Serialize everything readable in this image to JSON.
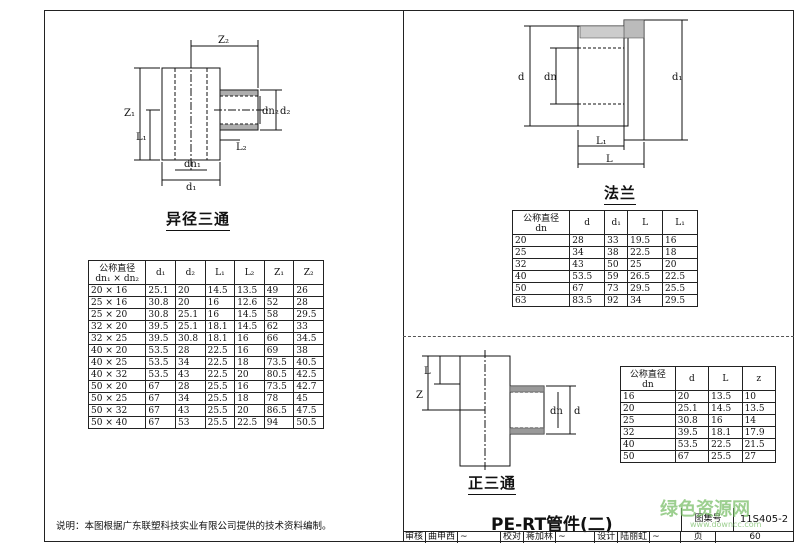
{
  "captions": {
    "reducing_tee": "异径三通",
    "flange": "法兰",
    "equal_tee": "正三通"
  },
  "reducing_tee_labels": {
    "z2": "Z₂",
    "z1": "Z₁",
    "l1": "L₁",
    "l2": "L₂",
    "dn2": "dn₂",
    "d2": "d₂",
    "dn1": "dn₁",
    "d1": "d₁"
  },
  "flange_labels": {
    "d": "d",
    "dn": "dn",
    "d1": "d₁",
    "l1": "L₁",
    "l": "L"
  },
  "equal_tee_labels": {
    "l": "L",
    "z": "Z",
    "dn": "dn",
    "d": "d"
  },
  "reducing_tee_table": {
    "headers": [
      "公称直径\ndn₁ × dn₂",
      "d₁",
      "d₂",
      "L₁",
      "L₂",
      "Z₁",
      "Z₂"
    ],
    "rows": [
      [
        "20 × 16",
        "25.1",
        "20",
        "14.5",
        "13.5",
        "49",
        "26"
      ],
      [
        "25 × 16",
        "30.8",
        "20",
        "16",
        "12.6",
        "52",
        "28"
      ],
      [
        "25 × 20",
        "30.8",
        "25.1",
        "16",
        "14.5",
        "58",
        "29.5"
      ],
      [
        "32 × 20",
        "39.5",
        "25.1",
        "18.1",
        "14.5",
        "62",
        "33"
      ],
      [
        "32 × 25",
        "39.5",
        "30.8",
        "18.1",
        "16",
        "66",
        "34.5"
      ],
      [
        "40 × 20",
        "53.5",
        "28",
        "22.5",
        "16",
        "69",
        "38"
      ],
      [
        "40 × 25",
        "53.5",
        "34",
        "22.5",
        "18",
        "73.5",
        "40.5"
      ],
      [
        "40 × 32",
        "53.5",
        "43",
        "22.5",
        "20",
        "80.5",
        "42.5"
      ],
      [
        "50 × 20",
        "67",
        "28",
        "25.5",
        "16",
        "73.5",
        "42.7"
      ],
      [
        "50 × 25",
        "67",
        "34",
        "25.5",
        "18",
        "78",
        "45"
      ],
      [
        "50 × 32",
        "67",
        "43",
        "25.5",
        "20",
        "86.5",
        "47.5"
      ],
      [
        "50 × 40",
        "67",
        "53",
        "25.5",
        "22.5",
        "94",
        "50.5"
      ]
    ]
  },
  "flange_table": {
    "headers": [
      "公称直径\ndn",
      "d",
      "d₁",
      "L",
      "L₁"
    ],
    "rows": [
      [
        "20",
        "28",
        "33",
        "19.5",
        "16"
      ],
      [
        "25",
        "34",
        "38",
        "22.5",
        "18"
      ],
      [
        "32",
        "43",
        "50",
        "25",
        "20"
      ],
      [
        "40",
        "53.5",
        "59",
        "26.5",
        "22.5"
      ],
      [
        "50",
        "67",
        "73",
        "29.5",
        "25.5"
      ],
      [
        "63",
        "83.5",
        "92",
        "34",
        "29.5"
      ]
    ]
  },
  "equal_tee_table": {
    "headers": [
      "公称直径\ndn",
      "d",
      "L",
      "z"
    ],
    "rows": [
      [
        "16",
        "20",
        "13.5",
        "10"
      ],
      [
        "20",
        "25.1",
        "14.5",
        "13.5"
      ],
      [
        "25",
        "30.8",
        "16",
        "14"
      ],
      [
        "32",
        "39.5",
        "18.1",
        "17.9"
      ],
      [
        "40",
        "53.5",
        "22.5",
        "21.5"
      ],
      [
        "50",
        "67",
        "25.5",
        "27"
      ]
    ]
  },
  "note": "说明：本图根据广东联塑科技实业有限公司提供的技术资料编制。",
  "title_block": {
    "title": "PE-RT管件(二)",
    "atlas_label": "图集号",
    "atlas_no": "11S405-2",
    "review_label": "审核",
    "reviewer": "曲申西",
    "check_label": "校对",
    "checker": "蒋加林",
    "design_label": "设计",
    "designer": "陆丽虹",
    "page_label": "页",
    "page_no": "60"
  },
  "watermark": {
    "text": "绿色资源网",
    "url": "www.downcc.com"
  }
}
